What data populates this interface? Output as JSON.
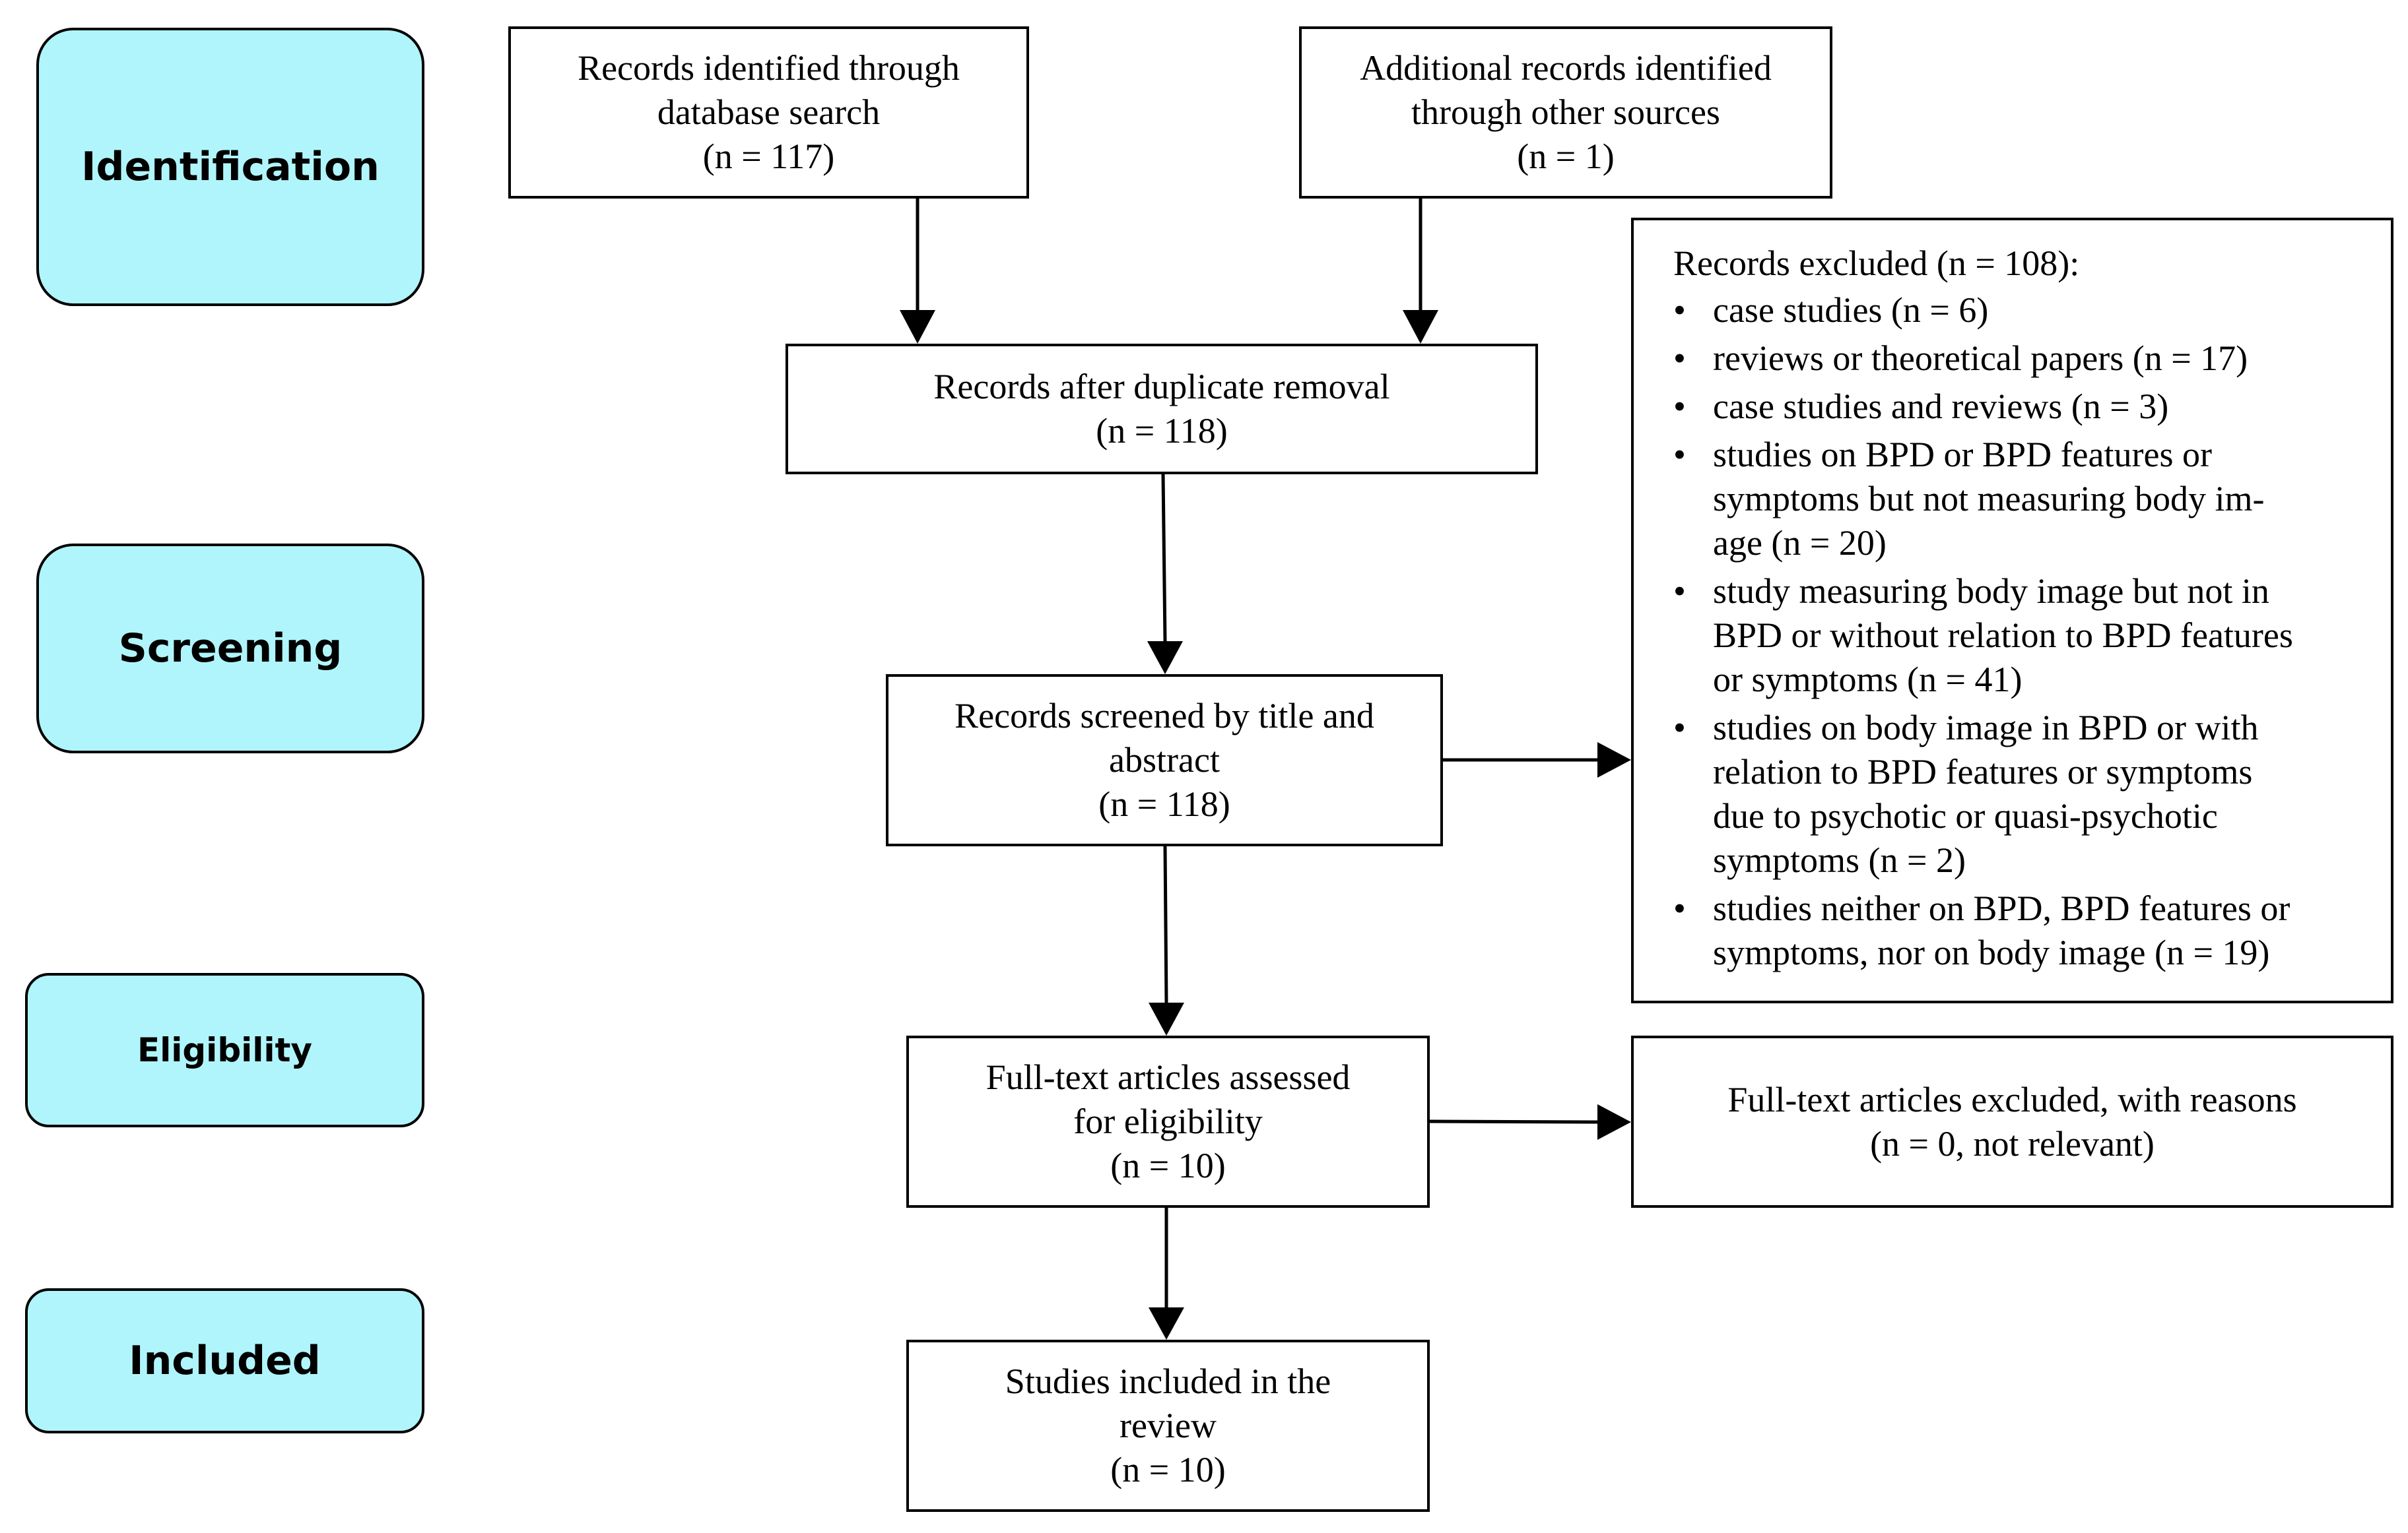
{
  "stages": {
    "identification": "Identification",
    "screening": "Screening",
    "eligibility": "Eligibility",
    "included": "Included"
  },
  "boxes": {
    "database_search": {
      "lines": [
        "Records identified through",
        "database search",
        "(n = 117)"
      ]
    },
    "other_sources": {
      "lines": [
        "Additional records identified",
        "through other sources",
        "(n = 1)"
      ]
    },
    "duplicate_removal": {
      "lines": [
        "Records after duplicate removal",
        "(n = 118)"
      ]
    },
    "screened": {
      "lines": [
        "Records screened by title and",
        "abstract",
        "(n = 118)"
      ]
    },
    "full_text_assessed": {
      "lines": [
        "Full-text articles assessed",
        "for eligibility",
        "(n = 10)"
      ]
    },
    "full_text_excluded": {
      "lines": [
        "Full-text articles excluded, with reasons",
        "(n = 0, not relevant)"
      ]
    },
    "included_studies": {
      "lines": [
        "Studies included in the",
        "review",
        "(n = 10)"
      ]
    }
  },
  "records_excluded": {
    "heading": "Records excluded (n = 108):",
    "bullet": "•",
    "items": [
      "case studies (n = 6)",
      "reviews or theoretical papers (n = 17)",
      "case studies and reviews (n = 3)",
      "studies on BPD or BPD features or\nsymptoms but not measuring body im-\nage (n = 20)",
      "study measuring body image but not in\nBPD or without relation to BPD features\nor symptoms (n = 41)",
      "studies on body image in BPD or with\nrelation to BPD features or symptoms\ndue to psychotic or quasi-psychotic\nsymptoms (n = 2)",
      "studies neither on BPD, BPD features or\nsymptoms, nor on body image (n = 19)"
    ]
  }
}
